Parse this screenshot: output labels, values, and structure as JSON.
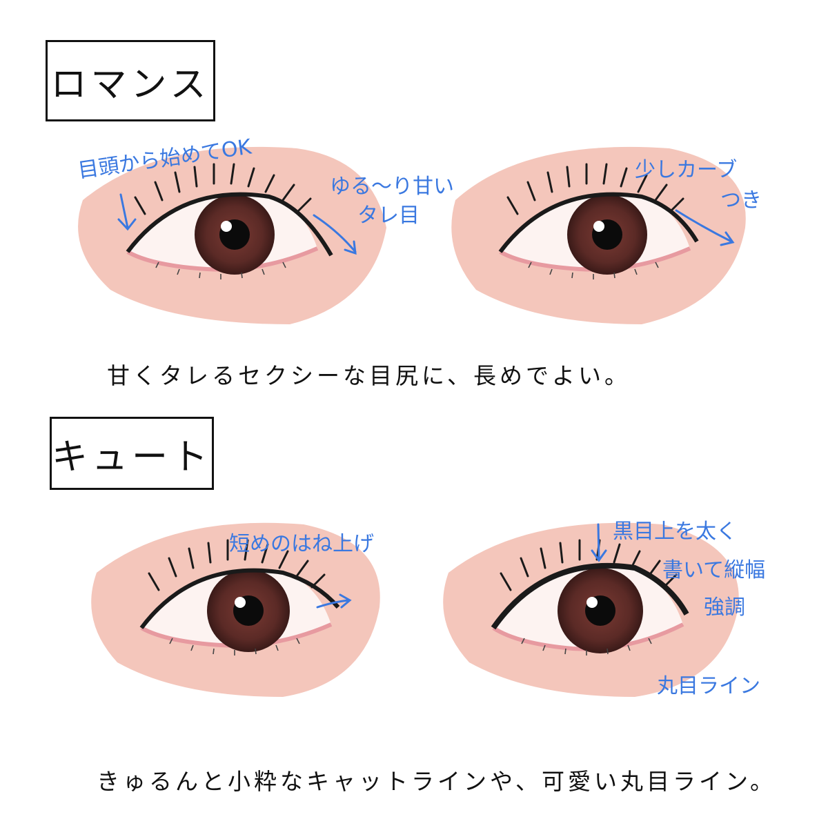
{
  "sections": [
    {
      "title": "ロマンス",
      "notes": [
        "目頭から始めてOK",
        "ゆる〜り甘い",
        "タレ目",
        "少しカーブ",
        "つき"
      ],
      "caption": "甘くタレるセクシーな目尻に、長めでよい。"
    },
    {
      "title": "キュート",
      "notes": [
        "短めのはね上げ",
        "黒目上を太く",
        "書いて縦幅",
        "強調",
        "丸目ライン"
      ],
      "caption": "きゅるんと小粋なキャットラインや、可愛い丸目ライン。"
    }
  ],
  "colors": {
    "skin": "#f4c6bb",
    "note_blue": "#3a78e0",
    "iris": "#5b2a26",
    "eyeliner": "#1a1a1a",
    "inner_lid": "#e79aa0"
  }
}
